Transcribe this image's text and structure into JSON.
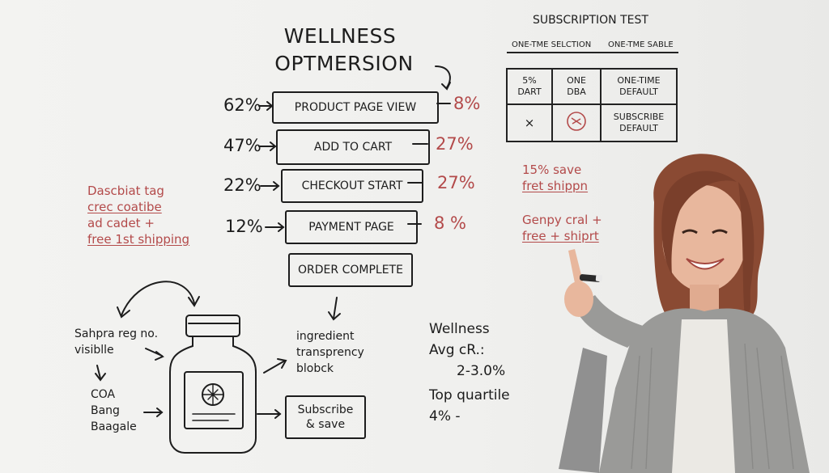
{
  "title": {
    "line1": "WELLNESS",
    "line2": "OPTMERSION"
  },
  "funnel": [
    {
      "label": "PRODUCT PAGE VIEW",
      "left_pct": "62%",
      "right_pct": "8%"
    },
    {
      "label": "ADD TO CART",
      "left_pct": "47%",
      "right_pct": "27%"
    },
    {
      "label": "CHECKOUT START",
      "left_pct": "22%",
      "right_pct": "27%"
    },
    {
      "label": "PAYMENT PAGE",
      "left_pct": "12%",
      "right_pct": "8 %"
    },
    {
      "label": "ORDER COMPLETE"
    }
  ],
  "left_note": {
    "lines": [
      "Dascbiat tag",
      "crec coatibe",
      "ad cadet +",
      "free 1st shipping"
    ]
  },
  "bottle_notes": {
    "left_top": [
      "Sahpra reg no.",
      "visiblle"
    ],
    "left_bottom": [
      "COA",
      "Bang",
      "Baagale"
    ],
    "right_top": [
      "ingredient",
      "transprency",
      "blobck"
    ],
    "subscribe_box": [
      "Subscribe",
      "& save"
    ]
  },
  "stats": {
    "line1": "Wellness",
    "line2": "Avg cR.:",
    "line3": "2-3.0%",
    "line4": "Top quartile",
    "line5": "4% -"
  },
  "subscription": {
    "heading": "SUBSCRIPTION TEST",
    "col_a": "ONE-TME SELCTION",
    "col_b": "ONE-TME SABLE",
    "rows": [
      {
        "c1": "5%\nDART",
        "c2": "ONE\nDBA",
        "c3": "ONE-TIME\nDEFAULT"
      },
      {
        "c1": "×",
        "c2": "",
        "c3": "SUBSCRIBE\nDEFAULT"
      }
    ]
  },
  "right_notes": {
    "block1": [
      "15% save",
      "fret shippn"
    ],
    "block2": [
      "Genpy cral +",
      "free + shiprt"
    ]
  },
  "colors": {
    "ink": "#1d1d1d",
    "red": "#b34a4a",
    "wall": "#f0f0ee"
  }
}
